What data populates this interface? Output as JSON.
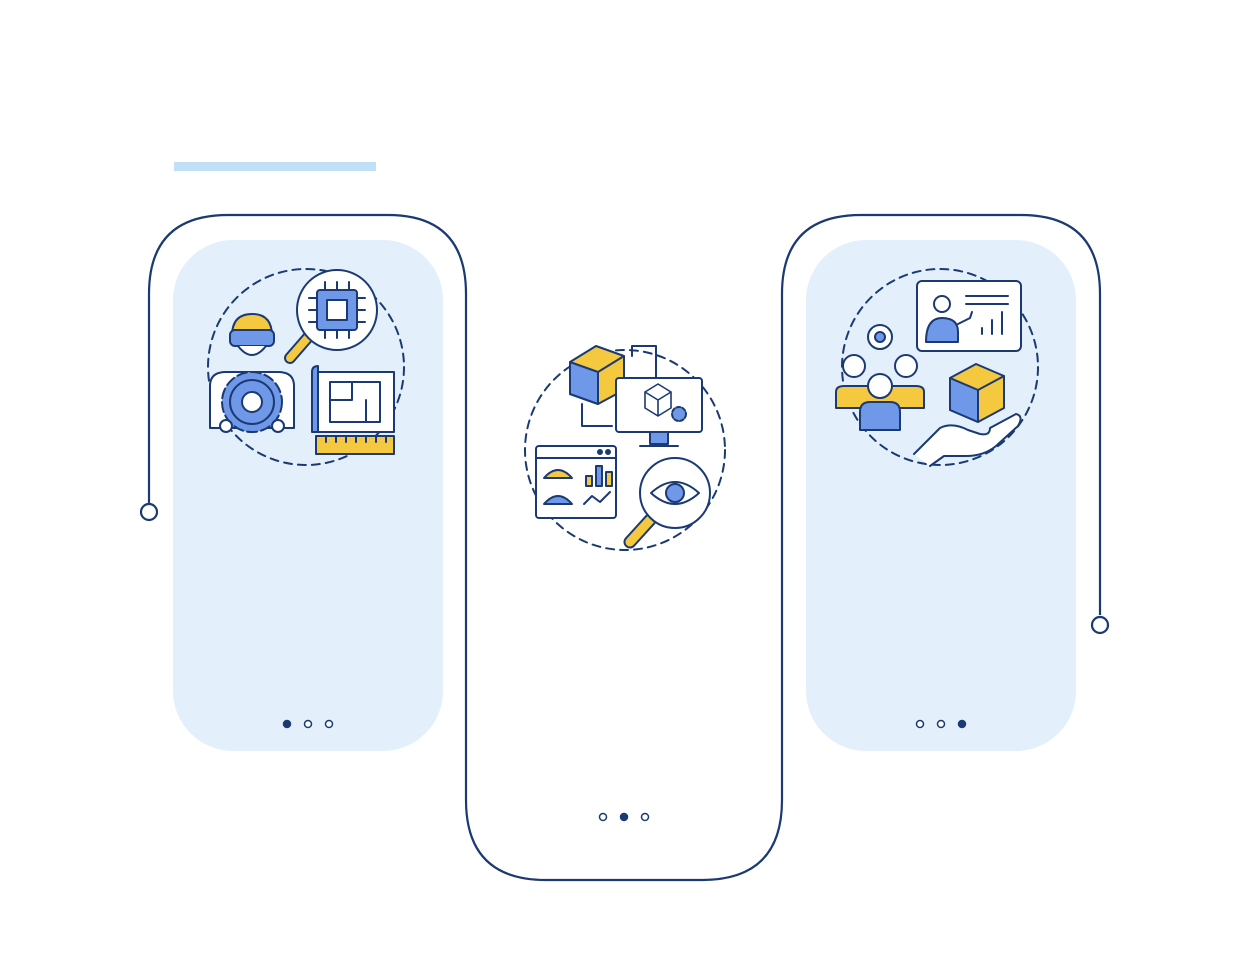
{
  "infographic": {
    "header_bar_color": "#bfe0f7",
    "colors": {
      "outline": "#1b3a73",
      "panel_fill": "#e3f0fc",
      "icon_blue": "#6f98e8",
      "icon_yellow": "#f4c93f"
    },
    "steps": [
      {
        "step": 1,
        "icon": "vr-engineer-design-icon",
        "icon_parts": [
          "vr-headset-person-icon",
          "gear-icon",
          "magnifier-cpu-icon",
          "blueprint-icon",
          "ruler-icon"
        ],
        "active_dot": 1,
        "dot_count": 3
      },
      {
        "step": 2,
        "icon": "3d-model-analytics-icon",
        "icon_parts": [
          "cube-icon",
          "monitor-cube-gear-icon",
          "dashboard-window-icon",
          "magnifier-eye-icon"
        ],
        "active_dot": 2,
        "dot_count": 3
      },
      {
        "step": 3,
        "icon": "presentation-audience-icon",
        "icon_parts": [
          "presenter-board-icon",
          "eye-icon",
          "group-people-icon",
          "cube-on-hand-icon"
        ],
        "active_dot": 3,
        "dot_count": 3
      }
    ]
  }
}
